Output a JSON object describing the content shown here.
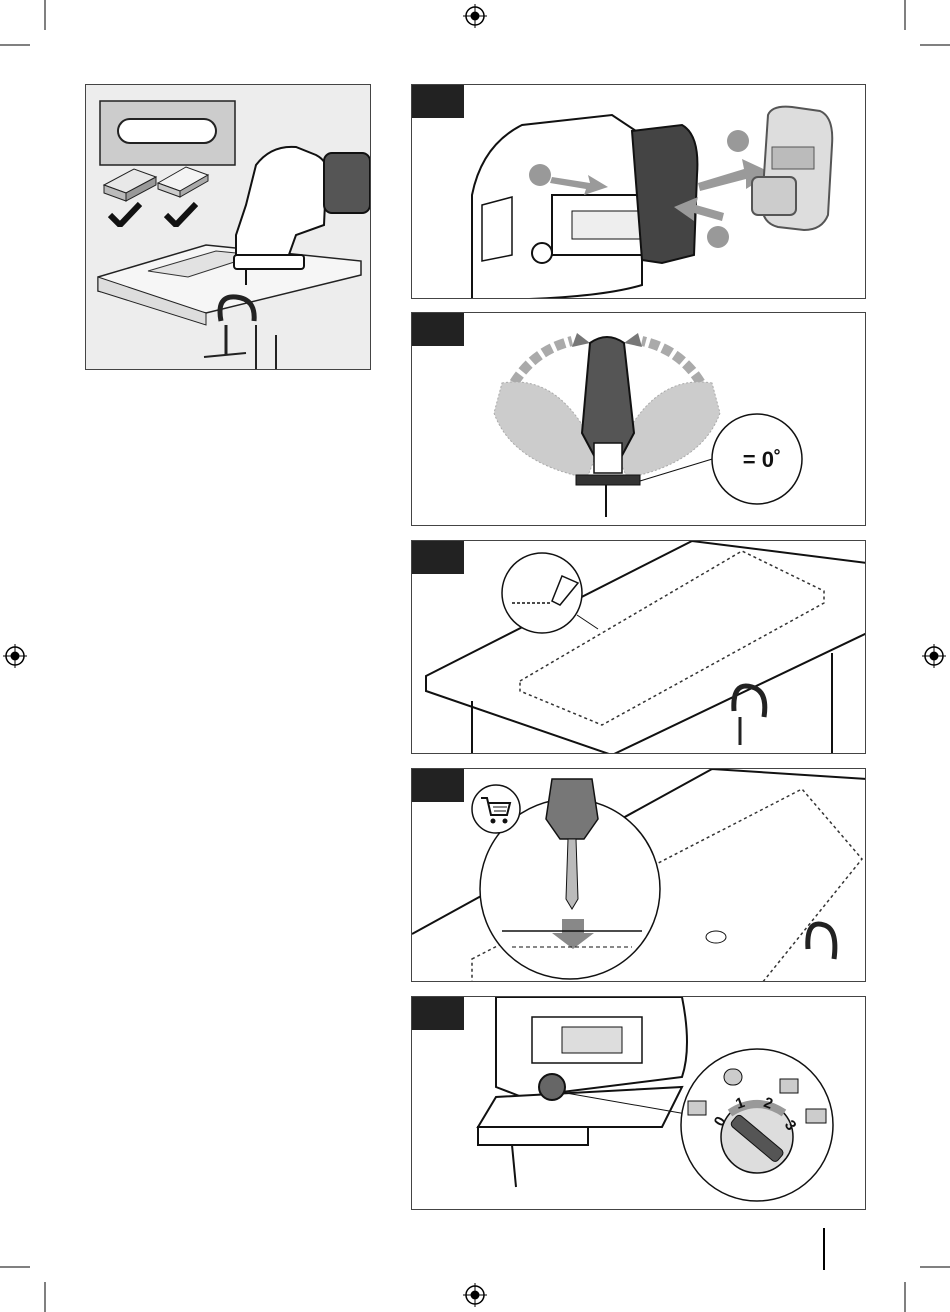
{
  "page": {
    "angle_label": "= 0˚",
    "dial_numbers": [
      "0",
      "1",
      "2",
      "3"
    ]
  },
  "icons": {
    "registration": "registration-mark-icon",
    "check": "check-icon",
    "cart": "shopping-cart-icon"
  },
  "colors": {
    "ink": "#111111",
    "gray_bg": "#ededed",
    "step_tab": "#222222",
    "arrow_gray": "#9a9a9a"
  }
}
